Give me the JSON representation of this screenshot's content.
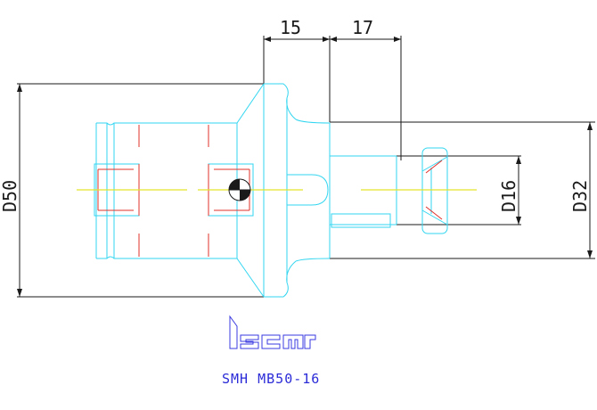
{
  "drawing": {
    "dimensions": {
      "top_left": "15",
      "top_right": "17",
      "left_diameter": "D50",
      "right_inner_diameter": "D16",
      "right_outer_diameter": "D32"
    },
    "brand_logo": "iscar",
    "part_code": "SMH MB50-16"
  },
  "colors": {
    "outline": "#33d6f0",
    "dimension": "#1a1a1a",
    "hidden": "#e0302a",
    "centerline": "#e3e32a",
    "text_blue": "#2b2bd8"
  }
}
